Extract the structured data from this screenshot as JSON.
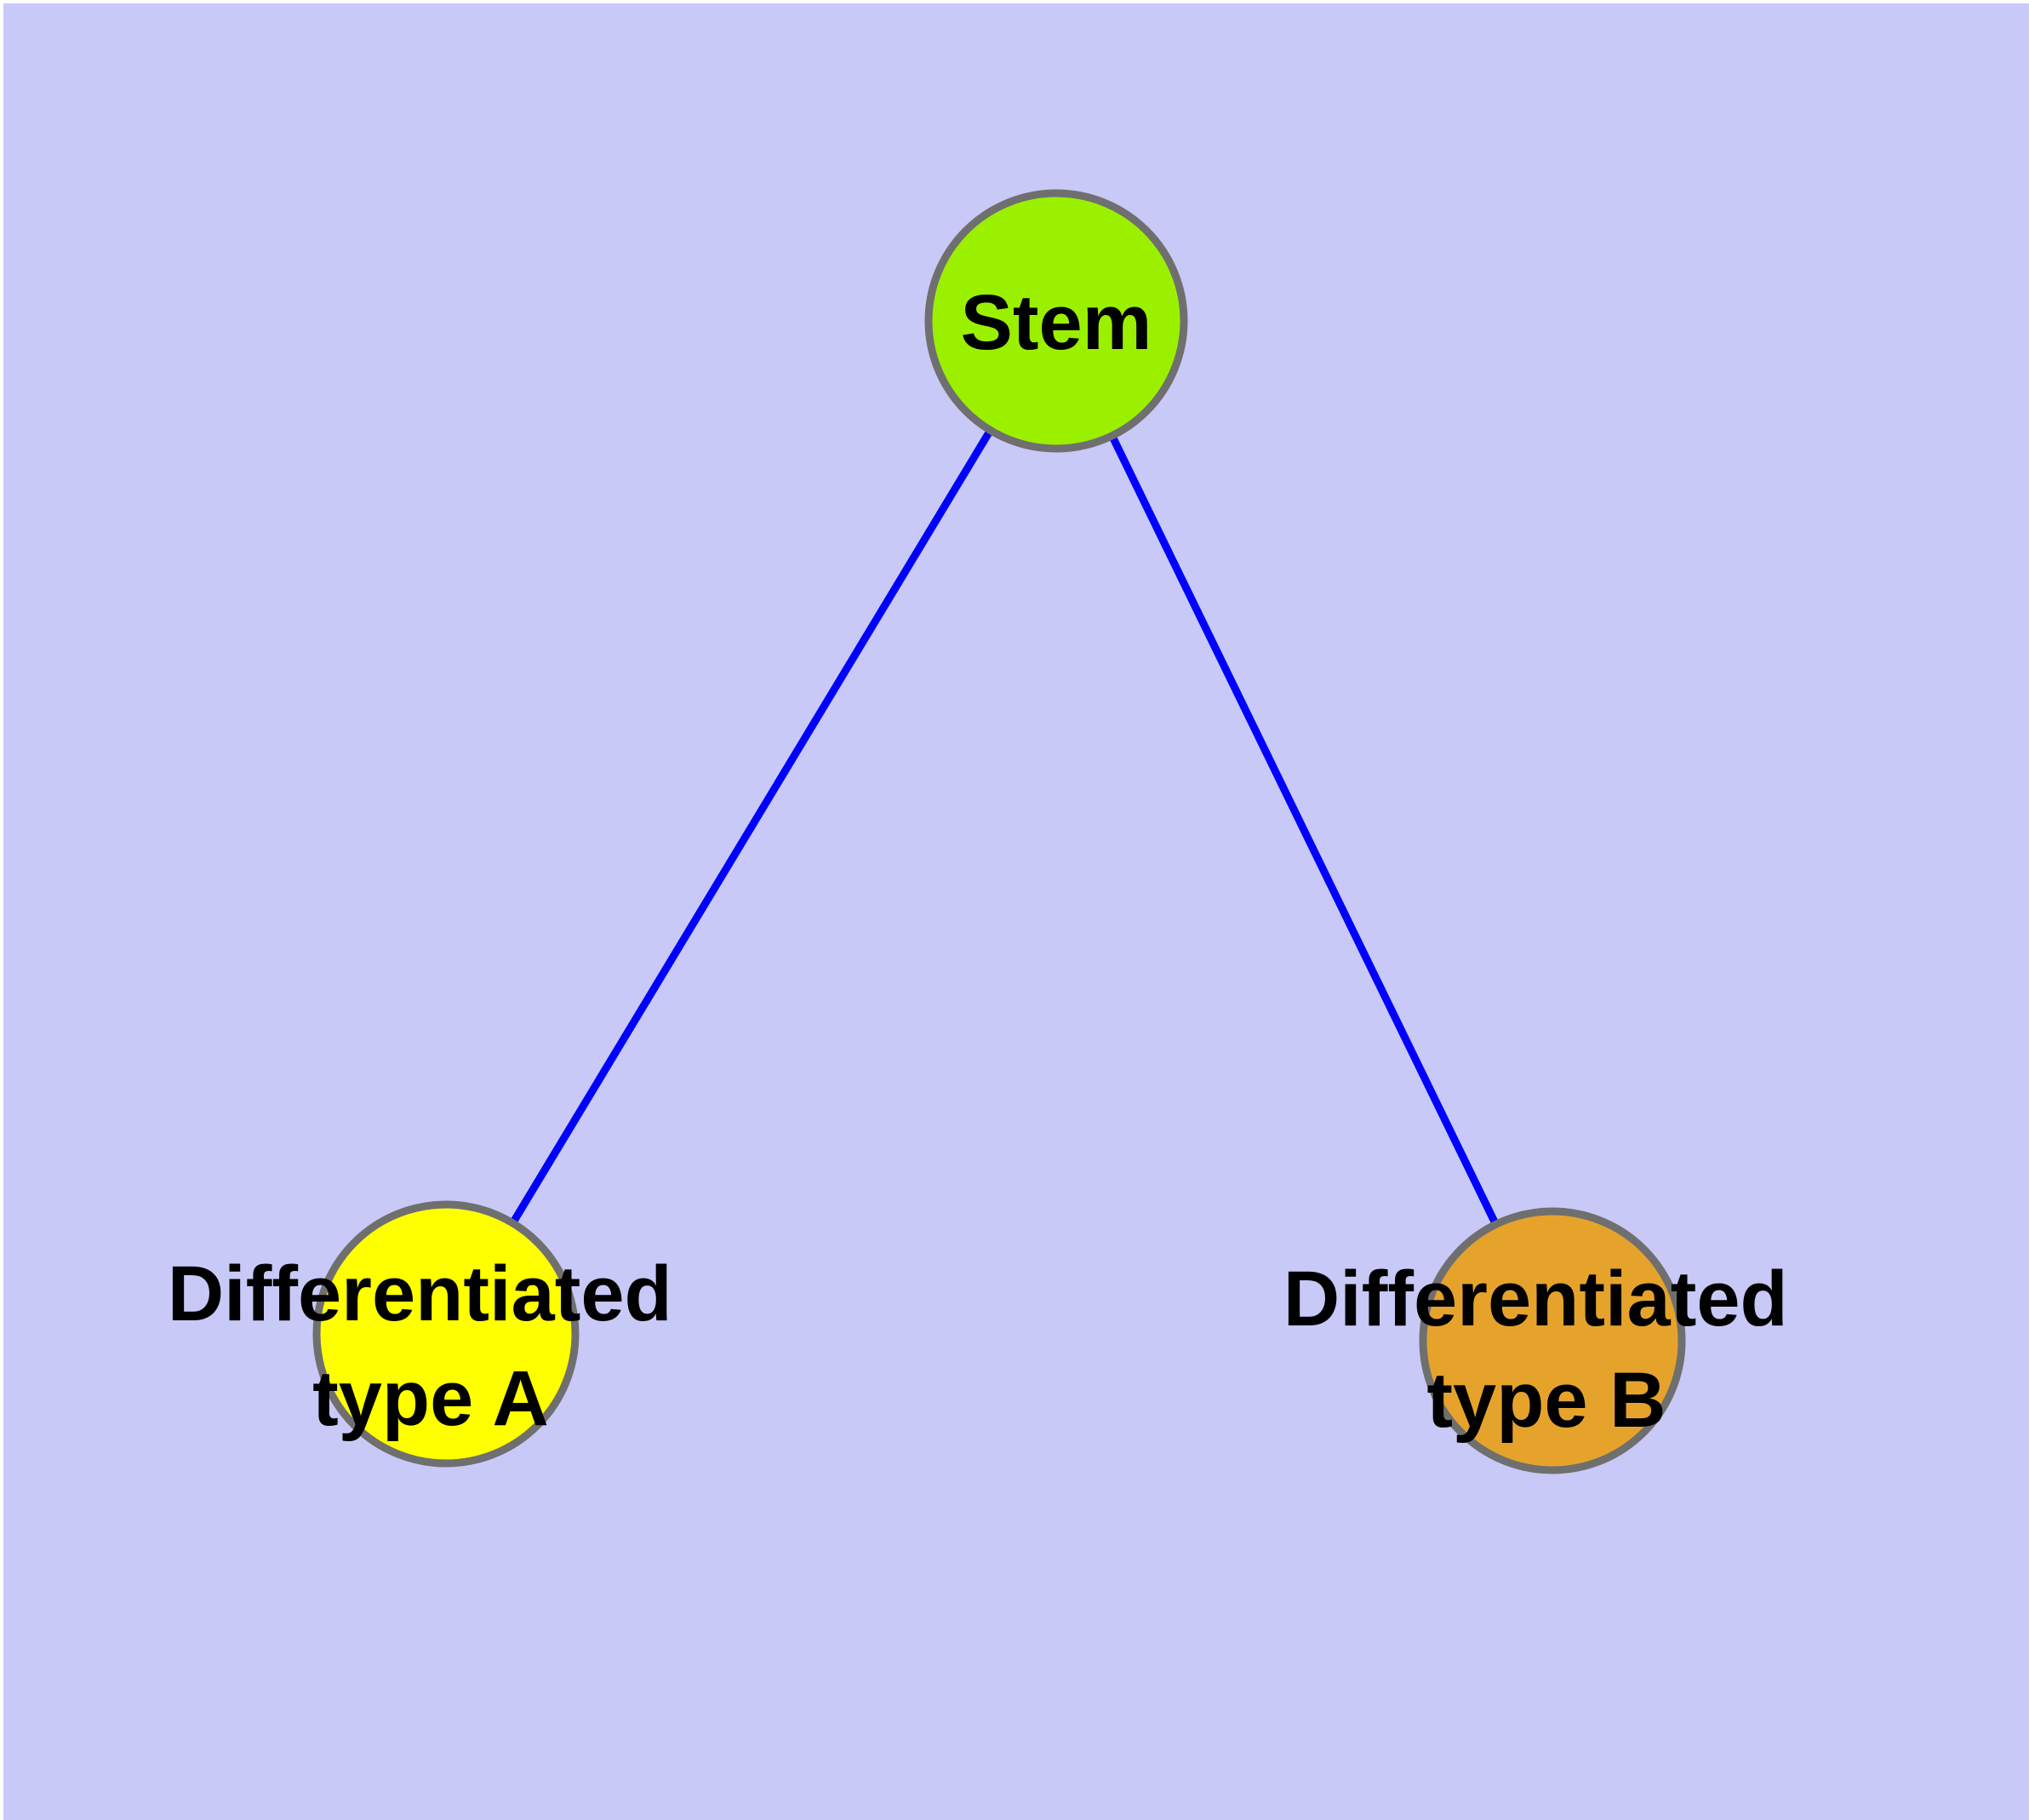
{
  "diagram": {
    "background_color": "#C9C9F7",
    "page_margin_color": "#FFFFFF",
    "edge_color": "#0000FF",
    "node_border_color": "#6F6F6F",
    "label_color": "#000000",
    "nodes": [
      {
        "id": "stem",
        "label": "Stem",
        "line1": "Stem",
        "line2": "",
        "fill": "#9BF000"
      },
      {
        "id": "differentiated-type-a",
        "label": "Differentiated type A",
        "line1": "Differentiated",
        "line2": "type A",
        "fill": "#FFFF00"
      },
      {
        "id": "differentiated-type-b",
        "label": "Differentiated type B",
        "line1": "Differentiated",
        "line2": "type B",
        "fill": "#E6A32C"
      }
    ],
    "edges": [
      {
        "from": "Stem",
        "to": "Differentiated type A"
      },
      {
        "from": "Stem",
        "to": "Differentiated type B"
      }
    ]
  }
}
